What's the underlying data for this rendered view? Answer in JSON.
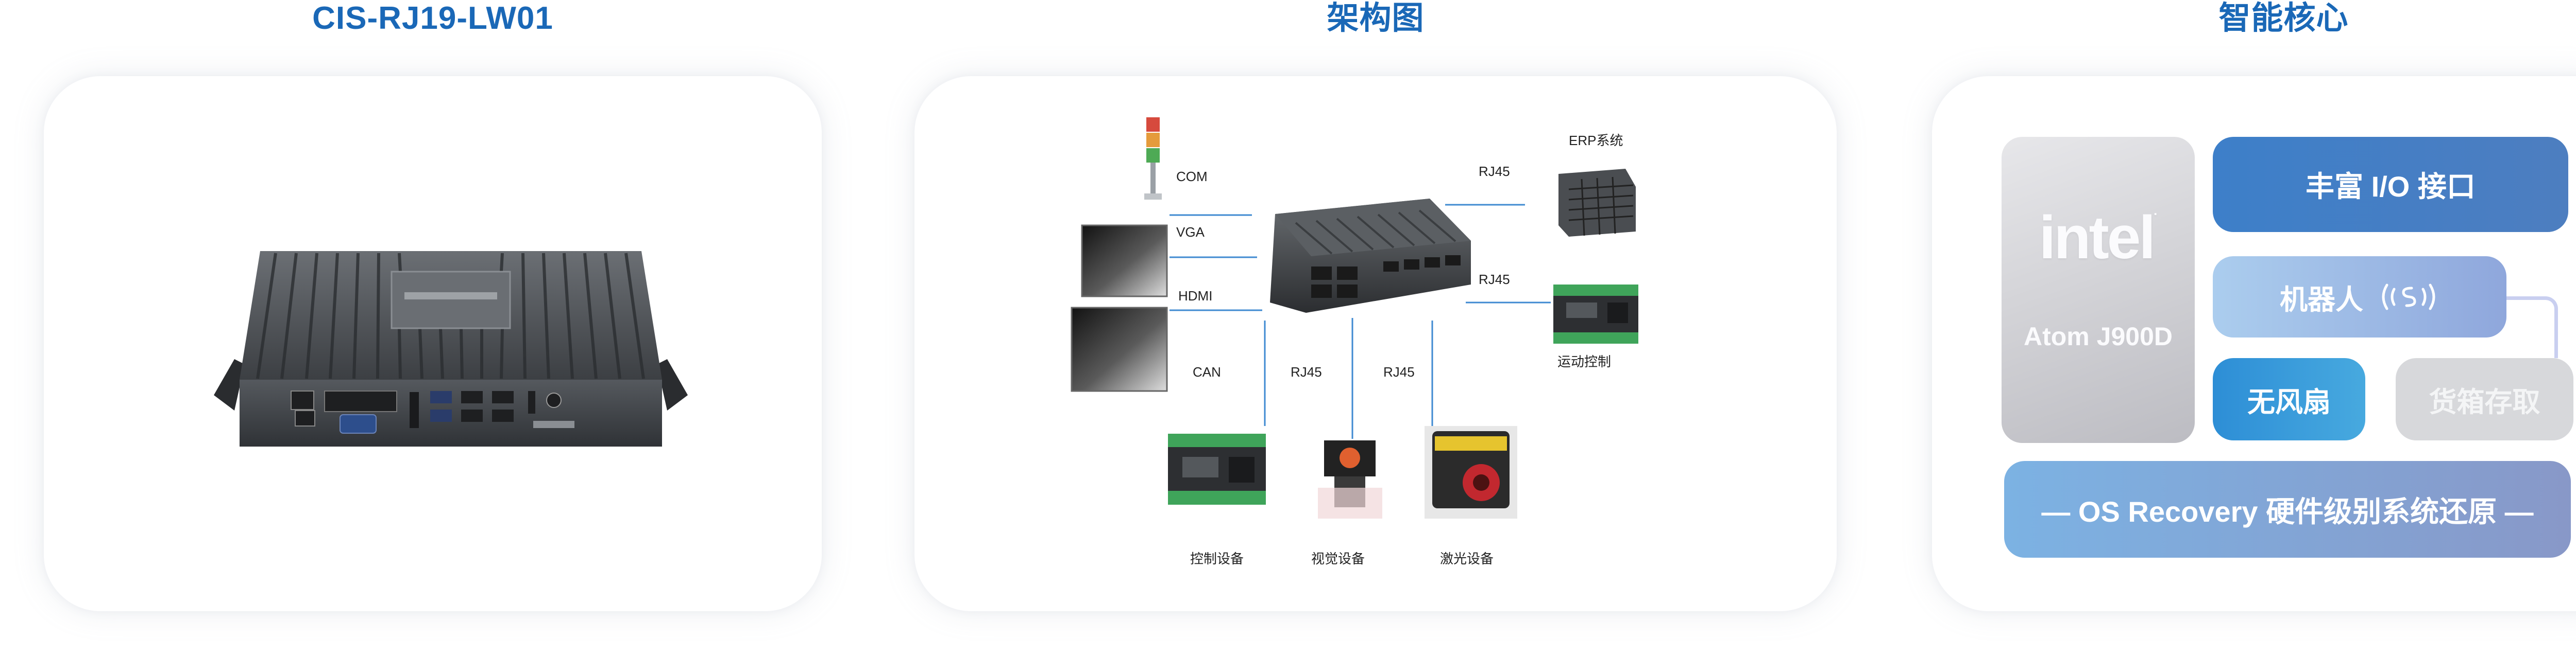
{
  "titles": {
    "product": "CIS-RJ19-LW01",
    "architecture": "架构图",
    "core": "智能核心"
  },
  "architecture": {
    "labels": {
      "com": "COM",
      "vga": "VGA",
      "hdmi": "HDMI",
      "can": "CAN",
      "rj45_erp": "RJ45",
      "rj45_motion": "RJ45",
      "rj45_vision": "RJ45",
      "rj45_laser": "RJ45"
    },
    "nodes": {
      "erp": "ERP系统",
      "motion_control": "运动控制",
      "control_device": "控制设备",
      "vision_device": "视觉设备",
      "laser_device": "激光设备"
    },
    "line_color": "#3f8ad1"
  },
  "core": {
    "intel_logo": "intel",
    "intel_cpu": "Atom J900D",
    "io": "丰富 I/O 接口",
    "robot": "机器人",
    "fanless": "无风扇",
    "storage": "货箱存取",
    "os_recovery": "— OS Recovery 硬件级别系统还原 —"
  },
  "colors": {
    "title": "#1a68b7",
    "io_tile": "#3d7fc9",
    "fan_tile": "#2d8ed6",
    "intel_tile": "#d4d4d8"
  }
}
